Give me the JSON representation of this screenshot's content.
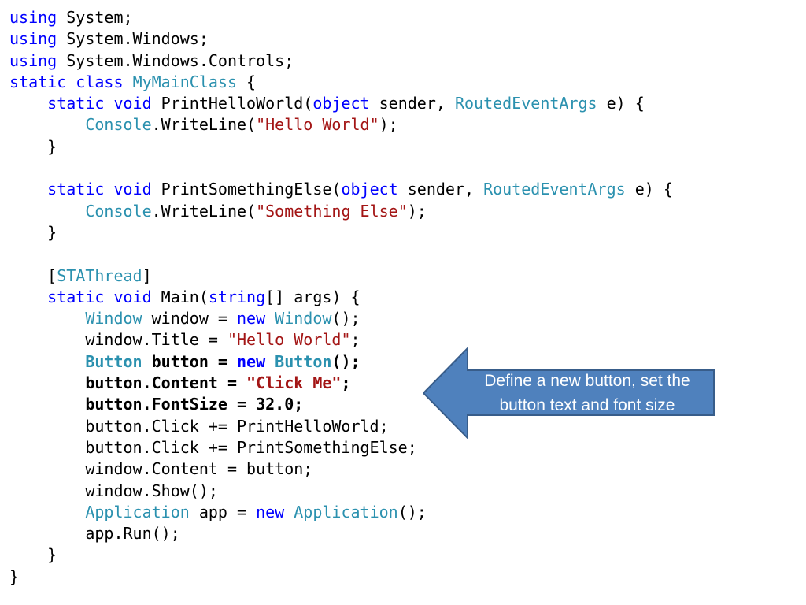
{
  "code": {
    "lines": [
      {
        "indent": 0,
        "bold": false,
        "tokens": [
          {
            "t": "kw",
            "v": "using"
          },
          {
            "t": "plain",
            "v": " System;"
          }
        ]
      },
      {
        "indent": 0,
        "bold": false,
        "tokens": [
          {
            "t": "kw",
            "v": "using"
          },
          {
            "t": "plain",
            "v": " System.Windows;"
          }
        ]
      },
      {
        "indent": 0,
        "bold": false,
        "tokens": [
          {
            "t": "kw",
            "v": "using"
          },
          {
            "t": "plain",
            "v": " System.Windows.Controls;"
          }
        ]
      },
      {
        "indent": 0,
        "bold": false,
        "tokens": [
          {
            "t": "kw",
            "v": "static"
          },
          {
            "t": "plain",
            "v": " "
          },
          {
            "t": "kw",
            "v": "class"
          },
          {
            "t": "plain",
            "v": " "
          },
          {
            "t": "type",
            "v": "MyMainClass"
          },
          {
            "t": "plain",
            "v": " {"
          }
        ]
      },
      {
        "indent": 1,
        "bold": false,
        "tokens": [
          {
            "t": "kw",
            "v": "static"
          },
          {
            "t": "plain",
            "v": " "
          },
          {
            "t": "kw",
            "v": "void"
          },
          {
            "t": "plain",
            "v": " PrintHelloWorld("
          },
          {
            "t": "kw",
            "v": "object"
          },
          {
            "t": "plain",
            "v": " sender, "
          },
          {
            "t": "type",
            "v": "RoutedEventArgs"
          },
          {
            "t": "plain",
            "v": " e) {"
          }
        ]
      },
      {
        "indent": 2,
        "bold": false,
        "tokens": [
          {
            "t": "type",
            "v": "Console"
          },
          {
            "t": "plain",
            "v": ".WriteLine("
          },
          {
            "t": "str",
            "v": "\"Hello World\""
          },
          {
            "t": "plain",
            "v": ");"
          }
        ]
      },
      {
        "indent": 1,
        "bold": false,
        "tokens": [
          {
            "t": "plain",
            "v": "}"
          }
        ]
      },
      {
        "indent": 0,
        "bold": false,
        "tokens": []
      },
      {
        "indent": 1,
        "bold": false,
        "tokens": [
          {
            "t": "kw",
            "v": "static"
          },
          {
            "t": "plain",
            "v": " "
          },
          {
            "t": "kw",
            "v": "void"
          },
          {
            "t": "plain",
            "v": " PrintSomethingElse("
          },
          {
            "t": "kw",
            "v": "object"
          },
          {
            "t": "plain",
            "v": " sender, "
          },
          {
            "t": "type",
            "v": "RoutedEventArgs"
          },
          {
            "t": "plain",
            "v": " e) {"
          }
        ]
      },
      {
        "indent": 2,
        "bold": false,
        "tokens": [
          {
            "t": "type",
            "v": "Console"
          },
          {
            "t": "plain",
            "v": ".WriteLine("
          },
          {
            "t": "str",
            "v": "\"Something Else\""
          },
          {
            "t": "plain",
            "v": ");"
          }
        ]
      },
      {
        "indent": 1,
        "bold": false,
        "tokens": [
          {
            "t": "plain",
            "v": "}"
          }
        ]
      },
      {
        "indent": 0,
        "bold": false,
        "tokens": []
      },
      {
        "indent": 1,
        "bold": false,
        "tokens": [
          {
            "t": "plain",
            "v": "["
          },
          {
            "t": "type",
            "v": "STAThread"
          },
          {
            "t": "plain",
            "v": "]"
          }
        ]
      },
      {
        "indent": 1,
        "bold": false,
        "tokens": [
          {
            "t": "kw",
            "v": "static"
          },
          {
            "t": "plain",
            "v": " "
          },
          {
            "t": "kw",
            "v": "void"
          },
          {
            "t": "plain",
            "v": " Main("
          },
          {
            "t": "kw",
            "v": "string"
          },
          {
            "t": "plain",
            "v": "[] args) {"
          }
        ]
      },
      {
        "indent": 2,
        "bold": false,
        "tokens": [
          {
            "t": "type",
            "v": "Window"
          },
          {
            "t": "plain",
            "v": " window = "
          },
          {
            "t": "kw",
            "v": "new"
          },
          {
            "t": "plain",
            "v": " "
          },
          {
            "t": "type",
            "v": "Window"
          },
          {
            "t": "plain",
            "v": "();"
          }
        ]
      },
      {
        "indent": 2,
        "bold": false,
        "tokens": [
          {
            "t": "plain",
            "v": "window.Title = "
          },
          {
            "t": "str",
            "v": "\"Hello World\""
          },
          {
            "t": "plain",
            "v": ";"
          }
        ]
      },
      {
        "indent": 2,
        "bold": true,
        "tokens": [
          {
            "t": "type",
            "v": "Button"
          },
          {
            "t": "plain",
            "v": " button = "
          },
          {
            "t": "kw",
            "v": "new"
          },
          {
            "t": "plain",
            "v": " "
          },
          {
            "t": "type",
            "v": "Button"
          },
          {
            "t": "plain",
            "v": "();"
          }
        ]
      },
      {
        "indent": 2,
        "bold": true,
        "tokens": [
          {
            "t": "plain",
            "v": "button.Content = "
          },
          {
            "t": "str",
            "v": "\"Click Me\""
          },
          {
            "t": "plain",
            "v": ";"
          }
        ]
      },
      {
        "indent": 2,
        "bold": true,
        "tokens": [
          {
            "t": "plain",
            "v": "button.FontSize = 32.0;"
          }
        ]
      },
      {
        "indent": 2,
        "bold": false,
        "tokens": [
          {
            "t": "plain",
            "v": "button.Click += PrintHelloWorld;"
          }
        ]
      },
      {
        "indent": 2,
        "bold": false,
        "tokens": [
          {
            "t": "plain",
            "v": "button.Click += PrintSomethingElse;"
          }
        ]
      },
      {
        "indent": 2,
        "bold": false,
        "tokens": [
          {
            "t": "plain",
            "v": "window.Content = button;"
          }
        ]
      },
      {
        "indent": 2,
        "bold": false,
        "tokens": [
          {
            "t": "plain",
            "v": "window.Show();"
          }
        ]
      },
      {
        "indent": 2,
        "bold": false,
        "tokens": [
          {
            "t": "type",
            "v": "Application"
          },
          {
            "t": "plain",
            "v": " app = "
          },
          {
            "t": "kw",
            "v": "new"
          },
          {
            "t": "plain",
            "v": " "
          },
          {
            "t": "type",
            "v": "Application"
          },
          {
            "t": "plain",
            "v": "();"
          }
        ]
      },
      {
        "indent": 2,
        "bold": false,
        "tokens": [
          {
            "t": "plain",
            "v": "app.Run();"
          }
        ]
      },
      {
        "indent": 1,
        "bold": false,
        "tokens": [
          {
            "t": "plain",
            "v": "}"
          }
        ]
      },
      {
        "indent": 0,
        "bold": false,
        "tokens": [
          {
            "t": "plain",
            "v": "}"
          }
        ]
      }
    ]
  },
  "callout": {
    "text": "Define a new button, set the button text and font size",
    "fill_color": "#4f81bd",
    "border_color": "#385d8a"
  },
  "colors": {
    "keyword": "#0000ff",
    "type": "#2b91af",
    "string": "#a31515",
    "plain": "#000000"
  }
}
